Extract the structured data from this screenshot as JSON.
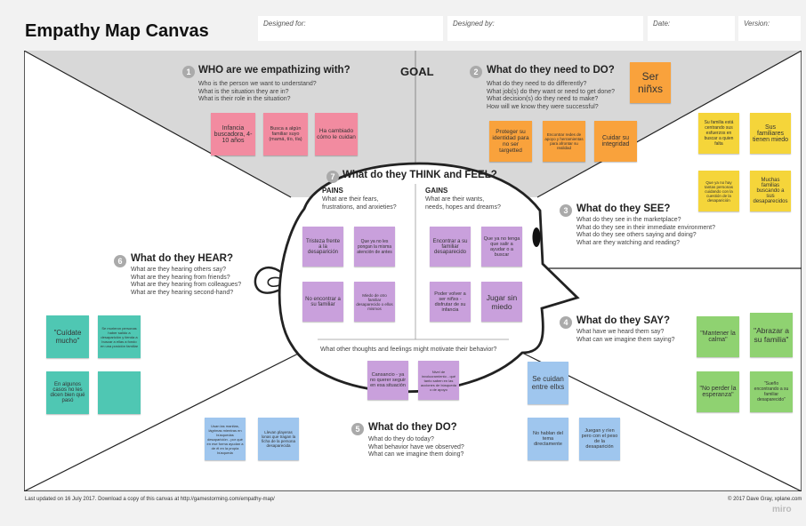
{
  "header": {
    "title": "Empathy Map Canvas",
    "designed_for": "Designed for:",
    "designed_by": "Designed by:",
    "date": "Date:",
    "version": "Version:"
  },
  "goal_label": "GOAL",
  "sections": {
    "who": {
      "num": "1",
      "heading": "WHO are we empathizing with?",
      "questions": [
        "Who is the person we want to understand?",
        "What is the situation they are in?",
        "What is their role in the situation?"
      ]
    },
    "need": {
      "num": "2",
      "heading": "What do they need to DO?",
      "questions": [
        "What do they need to do differently?",
        "What job(s) do they want or need to get done?",
        "What decision(s) do they need to make?",
        "How will we know they were successful?"
      ]
    },
    "see": {
      "num": "3",
      "heading": "What do they SEE?",
      "questions": [
        "What do they see in the marketplace?",
        "What do they see in their immediate environment?",
        "What do they see others saying and doing?",
        "What are they watching and reading?"
      ]
    },
    "say": {
      "num": "4",
      "heading": "What do they SAY?",
      "questions": [
        "What have we heard them say?",
        "What can we imagine them saying?"
      ]
    },
    "do": {
      "num": "5",
      "heading": "What do they DO?",
      "questions": [
        "What do they do today?",
        "What behavior have we observed?",
        "What can we imagine them doing?"
      ]
    },
    "hear": {
      "num": "6",
      "heading": "What do they HEAR?",
      "questions": [
        "What are they hearing others say?",
        "What are they hearing from friends?",
        "What are they hearing from colleagues?",
        "What are they hearing second-hand?"
      ]
    },
    "think": {
      "num": "7",
      "heading": "What do they THINK and FEEL?",
      "pains_title": "PAINS",
      "pains_questions": [
        "What are their fears,",
        "frustrations, and anxieties?"
      ],
      "gains_title": "GAINS",
      "gains_questions": [
        "What are their wants,",
        "needs, hopes and dreams?"
      ],
      "other": "What other thoughts and feelings might motivate their behavior?"
    }
  },
  "notes": {
    "who": [
      "Infancia buscadora, 4-10 años",
      "Busca a algún familiar suyo (mamá, tío, tía)",
      "Ha cambiado cómo le cuidan"
    ],
    "need_top": "Ser niñxs",
    "need": [
      "Proteger su identidad para no ser targetted",
      "Encontrar redes de apoyo y herramientas para afrontar su realidad",
      "Cuidar su integridad"
    ],
    "see": [
      "Su familia está centrando sus esfuerzos en buscar a quien falta",
      "Sus familiares tienen miedo",
      "Que ya no hay tantas personas cuidando con la cuestión de la desaparición",
      "Muchas familias buscando a sus desaparecidos"
    ],
    "pains": [
      "Tristeza frente a la desaparición",
      "Que ya no les pongan la misma atención de antes",
      "No encontrar a su familiar",
      "Miedo de otro familiar desaparecido o ellos mismos"
    ],
    "gains": [
      "Encontrar a su familiar desaparecido",
      "Que ya no tenga que salir a ayudar o a buscar",
      "Poder volver a ser niñxs - disfrutar de su infancia",
      "Jugar sin miedo"
    ],
    "other": [
      "Cansancio - ya no querer seguir en esa situación",
      "Nivel de involucramiento - qué tanto saben en las acciones de búsqueda o de apoyo"
    ],
    "hear": [
      "\"Cuídate mucho\"",
      "Se murieron personas haber salido a desaparición y tienda a buscar a ellas a fondo en una posición familiar",
      "En algunos casos no les dicen bien qué pasó",
      ""
    ],
    "say": [
      "\"Mantener la calma\"",
      "\"Abrazar a su familia\"",
      "\"No perder la esperanza\"",
      "\"Sueño encontrando a su familiar desaparecido\""
    ],
    "do": [
      "Usan las manitas, lágrimas mientras en búsquedas desaparición - por qué en ese forma ayudan a de él en la propia búsqueda",
      "Llevan playeras lonas que tragan la ficha de la persona desaparecida",
      "Se cuidan entre ellxs",
      "No hablan del tema directamente",
      "Juegan y ríen pero con el peso de la desaparición"
    ]
  },
  "footer": {
    "left": "Last updated on 16 July 2017. Download a copy of this canvas at http://gamestorming.com/empathy-map/",
    "right": "© 2017 Dave Gray, xplane.com",
    "brand": "miro"
  },
  "colors": {
    "pink": "#f28ba0",
    "orange": "#f9a23c",
    "yellow": "#f5d53a",
    "lilac": "#c9a0dc",
    "teal": "#4fc7b3",
    "blue": "#9fc6ee",
    "green": "#8fd271",
    "goal_bg": "#d8d8d8"
  }
}
